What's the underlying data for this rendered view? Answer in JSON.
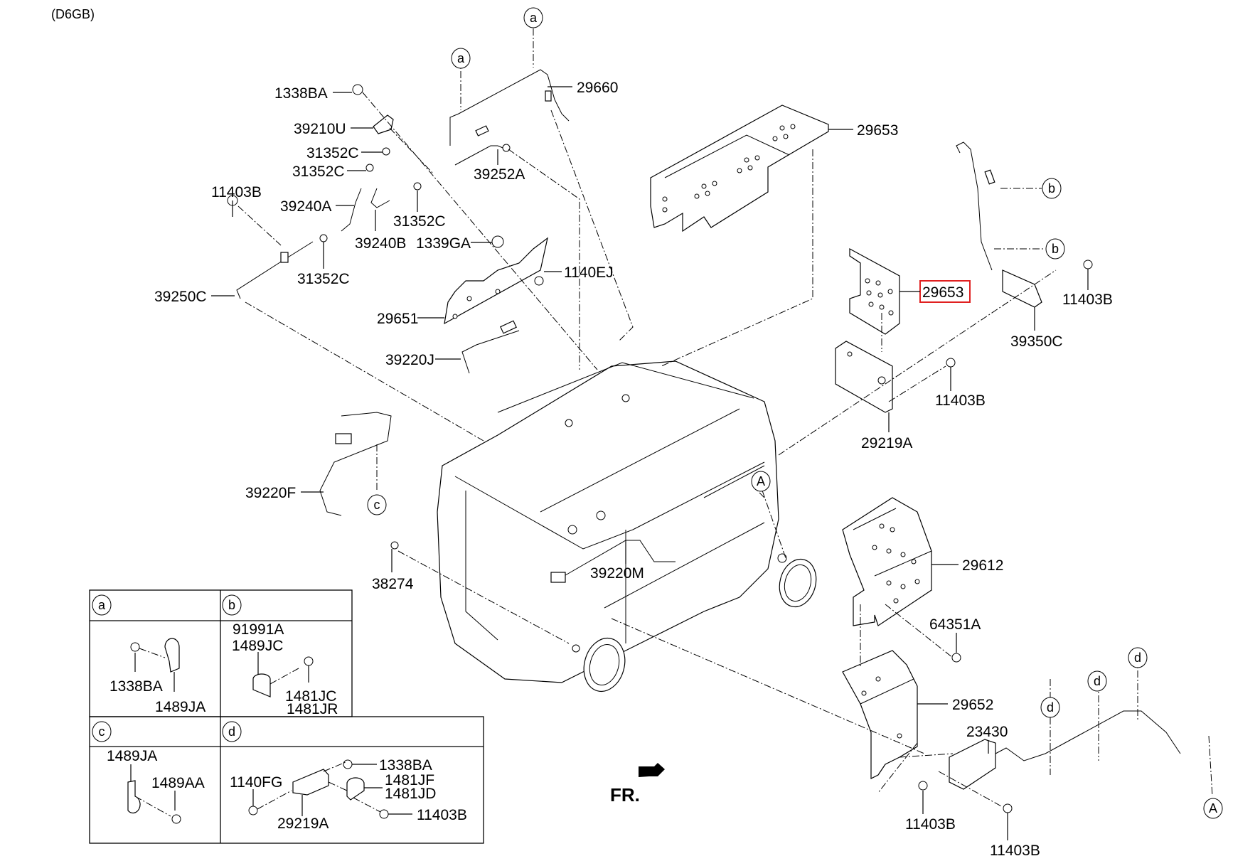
{
  "engine_code": "(D6GB)",
  "direction_label": "FR.",
  "highlighted_part": "29653",
  "highlight_color": "#e02020",
  "callouts": {
    "a": "a",
    "b": "b",
    "c": "c",
    "d": "d",
    "A": "A"
  },
  "parts": {
    "p_1338BA_top": "1338BA",
    "p_39210U": "39210U",
    "p_31352C_1": "31352C",
    "p_31352C_2": "31352C",
    "p_11403B_left": "11403B",
    "p_39240A": "39240A",
    "p_39240B": "39240B",
    "p_31352C_3": "31352C",
    "p_31352C_4": "31352C",
    "p_1339GA": "1339GA",
    "p_39250C": "39250C",
    "p_29660": "29660",
    "p_39252A": "39252A",
    "p_1140EJ": "1140EJ",
    "p_29651": "29651",
    "p_39220J": "39220J",
    "p_29653_top": "29653",
    "p_29653_mid": "29653",
    "p_11403B_r1": "11403B",
    "p_39350C": "39350C",
    "p_11403B_r2": "11403B",
    "p_29219A": "29219A",
    "p_39220F": "39220F",
    "p_38274": "38274",
    "p_39220M": "39220M",
    "p_29612": "29612",
    "p_64351A": "64351A",
    "p_29652": "29652",
    "p_23430": "23430",
    "p_11403B_b1": "11403B",
    "p_11403B_b2": "11403B"
  },
  "legend": {
    "cells": [
      {
        "key": "a",
        "labels": [
          "1338BA",
          "1489JA"
        ]
      },
      {
        "key": "b",
        "labels": [
          "91991A",
          "1489JC",
          "1481JC",
          "1481JR"
        ]
      },
      {
        "key": "c",
        "labels": [
          "1489JA",
          "1489AA"
        ]
      },
      {
        "key": "d",
        "labels": [
          "1338BA",
          "1481JF",
          "1481JD",
          "1140FG",
          "29219A",
          "11403B"
        ]
      }
    ]
  }
}
